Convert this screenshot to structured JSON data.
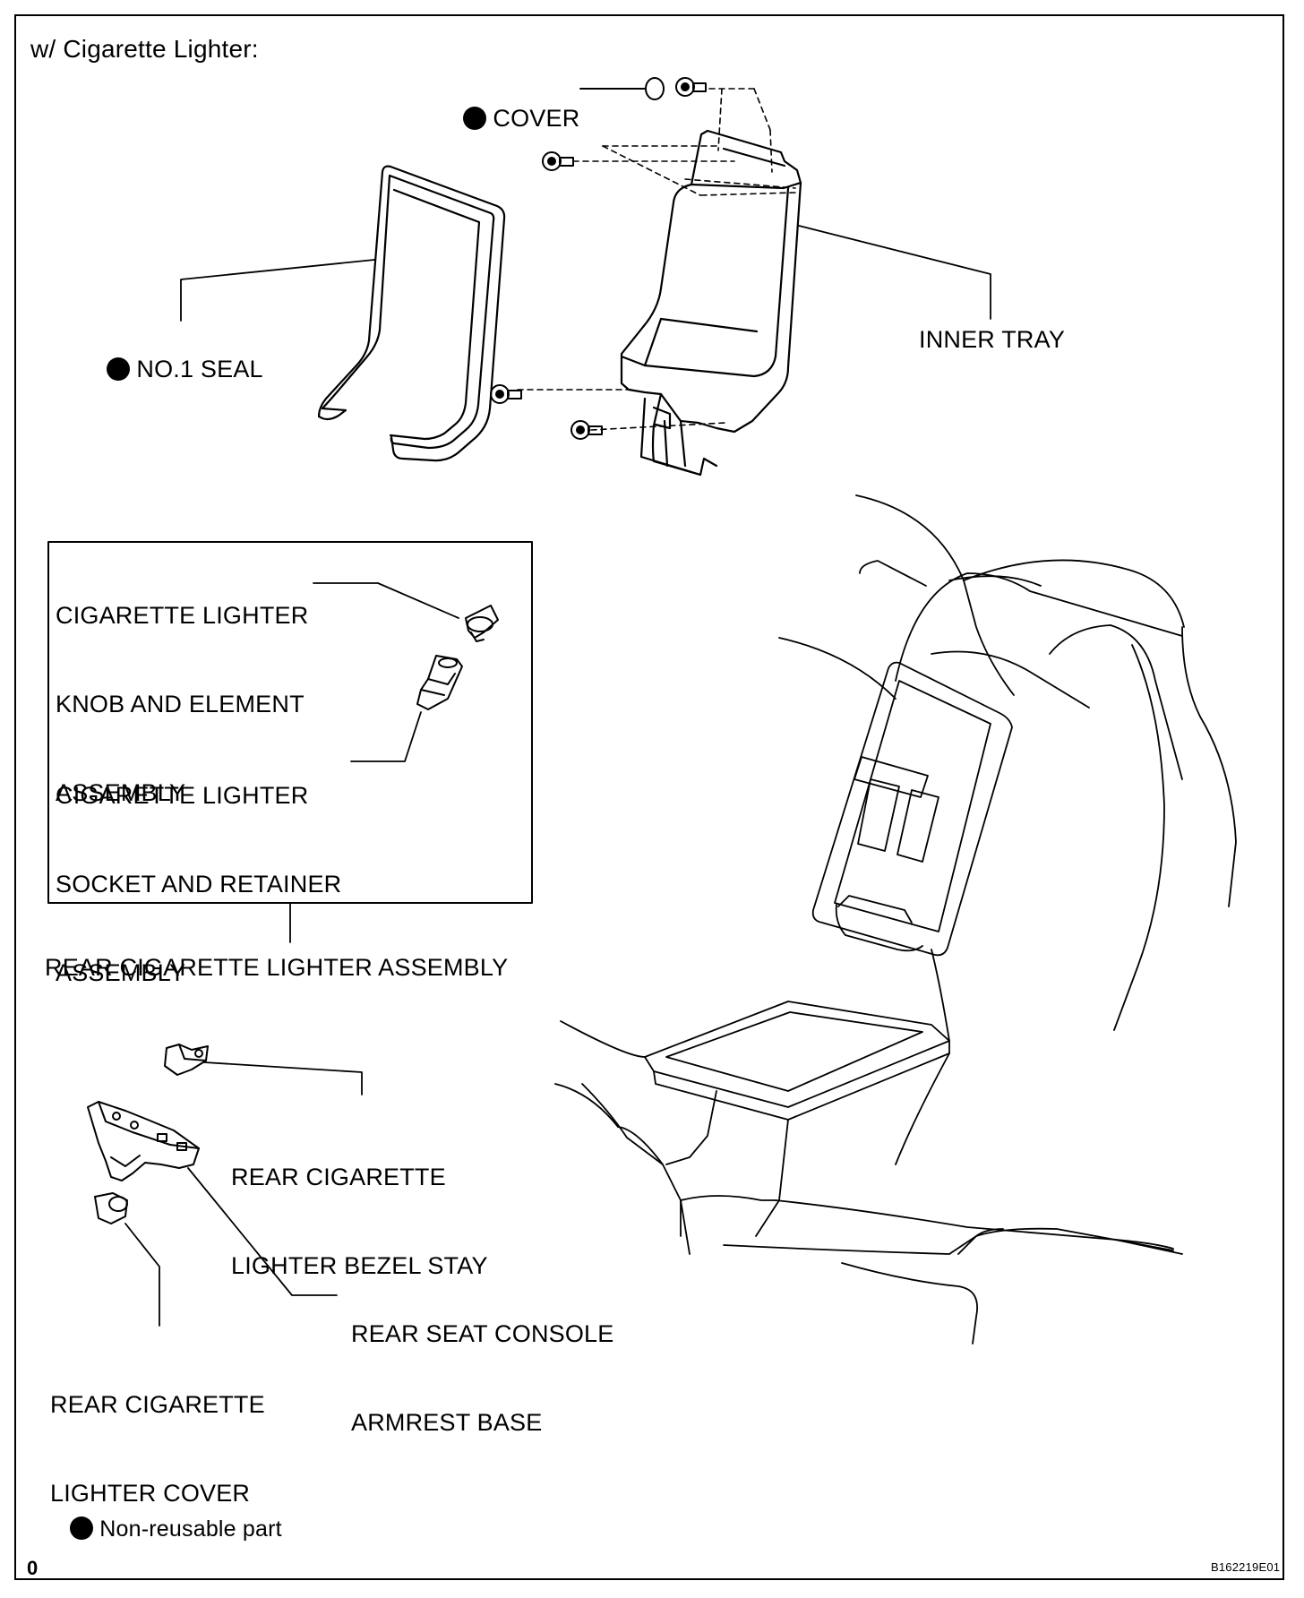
{
  "header": "w/ Cigarette Lighter:",
  "labels": {
    "cover": "COVER",
    "no1_seal": "NO.1 SEAL",
    "inner_tray": "INNER TRAY",
    "knob_element": [
      "CIGARETTE LIGHTER",
      "KNOB AND ELEMENT",
      "ASSEMBLY"
    ],
    "socket_retainer": [
      "CIGARETTE LIGHTER",
      "SOCKET AND RETAINER",
      "ASSEMBLY"
    ],
    "rear_lighter_assembly": "REAR CIGARETTE LIGHTER ASSEMBLY",
    "bezel_stay": [
      "REAR CIGARETTE",
      "LIGHTER BEZEL STAY"
    ],
    "armrest_base": [
      "REAR SEAT CONSOLE",
      "ARMREST BASE"
    ],
    "lighter_cover": [
      "REAR CIGARETTE",
      "LIGHTER COVER"
    ]
  },
  "legend": {
    "symbol": "filled-circle-icon",
    "text": "Non-reusable part"
  },
  "footer": {
    "left_mark": "0",
    "figure_code": "B162219E01"
  },
  "colors": {
    "ink": "#000000",
    "paper": "#ffffff"
  }
}
